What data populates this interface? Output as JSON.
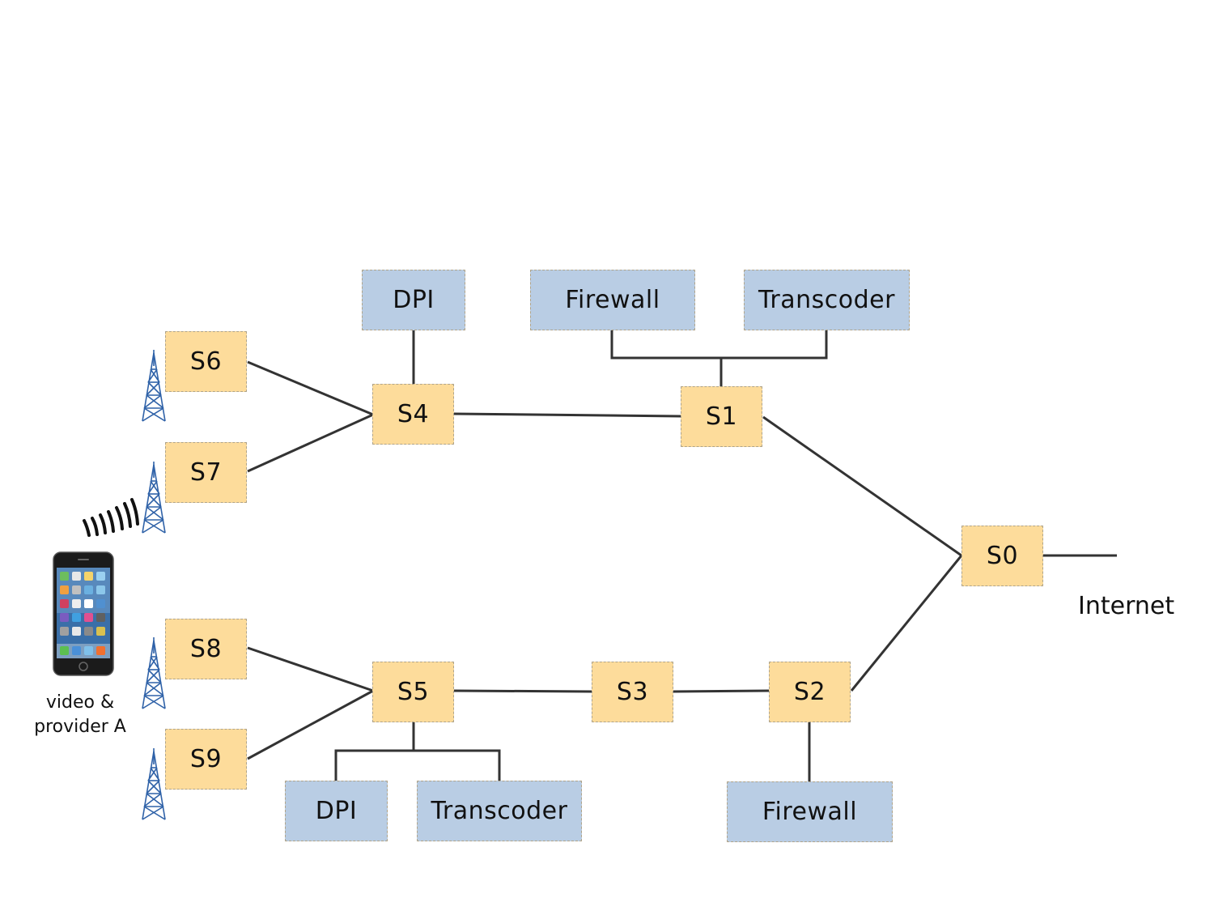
{
  "switches": {
    "s0": "S0",
    "s1": "S1",
    "s2": "S2",
    "s3": "S3",
    "s4": "S4",
    "s5": "S5",
    "s6": "S6",
    "s7": "S7",
    "s8": "S8",
    "s9": "S9"
  },
  "middleboxes": {
    "s4_dpi": "DPI",
    "s1_firewall": "Firewall",
    "s1_transcoder": "Transcoder",
    "s5_dpi": "DPI",
    "s5_transcoder": "Transcoder",
    "s2_firewall": "Firewall"
  },
  "internet_label": "Internet",
  "phone_label_line1": "video &",
  "phone_label_line2": "provider A",
  "icons": [
    "cell-tower-icon",
    "wireless-signal-icon",
    "smartphone-icon"
  ],
  "colors": {
    "switch": "#fddc9b",
    "middlebox": "#b9cde4",
    "link": "#333333"
  }
}
